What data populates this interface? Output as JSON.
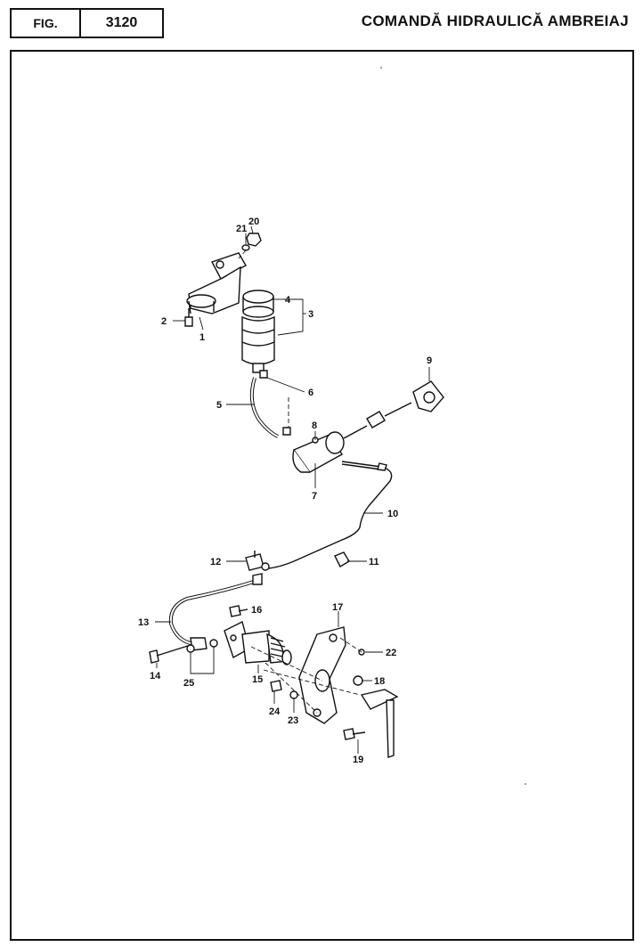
{
  "header": {
    "fig_label": "FIG.",
    "fig_number": "3120",
    "title": "COMANDĂ HIDRAULICĂ AMBREIAJ"
  },
  "diagram": {
    "part_labels": [
      "1",
      "2",
      "3",
      "4",
      "5",
      "6",
      "7",
      "8",
      "9",
      "10",
      "11",
      "12",
      "13",
      "14",
      "15",
      "16",
      "17",
      "18",
      "19",
      "20",
      "21",
      "22",
      "23",
      "24",
      "25"
    ]
  }
}
